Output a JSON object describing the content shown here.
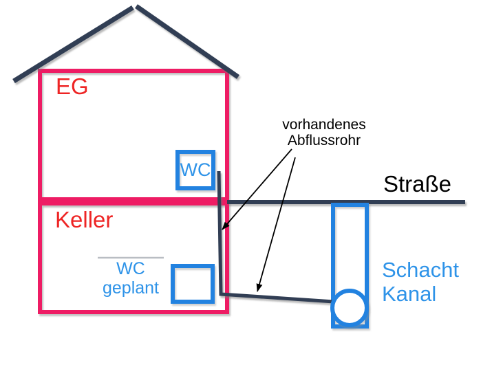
{
  "diagram": {
    "house": {
      "floor_upper_label": "EG",
      "floor_lower_label": "Keller",
      "wc_upper_label": "WC",
      "wc_planned_label_line1": "WC",
      "wc_planned_label_line2": "geplant"
    },
    "street_label": "Straße",
    "shaft_label_line1": "Schacht",
    "shaft_label_line2": "Kanal",
    "pipe_annotation_line1": "vorhandenes",
    "pipe_annotation_line2": "Abflussrohr",
    "colors": {
      "house_outline": "#ee1c64",
      "floor_label": "#ee2424",
      "wc_outline": "#2282e0",
      "wc_label": "#2e93e8",
      "structure": "#313e54",
      "annotation": "#000000"
    }
  }
}
